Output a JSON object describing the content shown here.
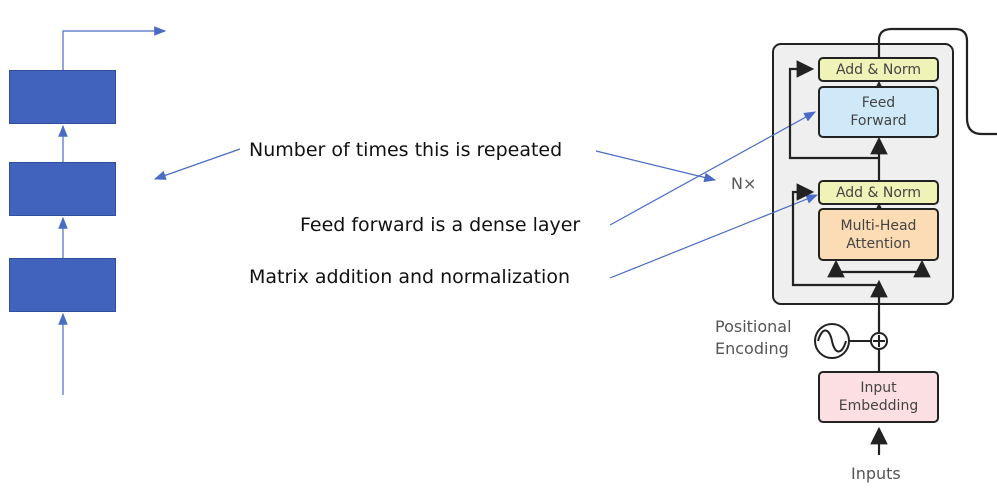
{
  "callouts": {
    "repeated": "Number of times this is repeated",
    "feed_forward": "Feed forward is a dense layer",
    "matrix_add": "Matrix addition and normalization"
  },
  "transformer": {
    "add_norm_top": "Add & Norm",
    "feed_forward_line1": "Feed",
    "feed_forward_line2": "Forward",
    "add_norm_bottom": "Add & Norm",
    "mha_line1": "Multi-Head",
    "mha_line2": "Attention",
    "nx": "N×",
    "pos_line1": "Positional",
    "pos_line2": "Encoding",
    "emb_line1": "Input",
    "emb_line2": "Embedding",
    "inputs": "Inputs"
  },
  "colors": {
    "block_blue": "#4163bd",
    "arrow_blue": "#4a6cc4",
    "add_norm": "#f0f3b8",
    "feed_forward": "#cfe9f8",
    "attention": "#fbdcb4",
    "embedding": "#fbdfe3",
    "encoder_panel": "#efefef"
  }
}
